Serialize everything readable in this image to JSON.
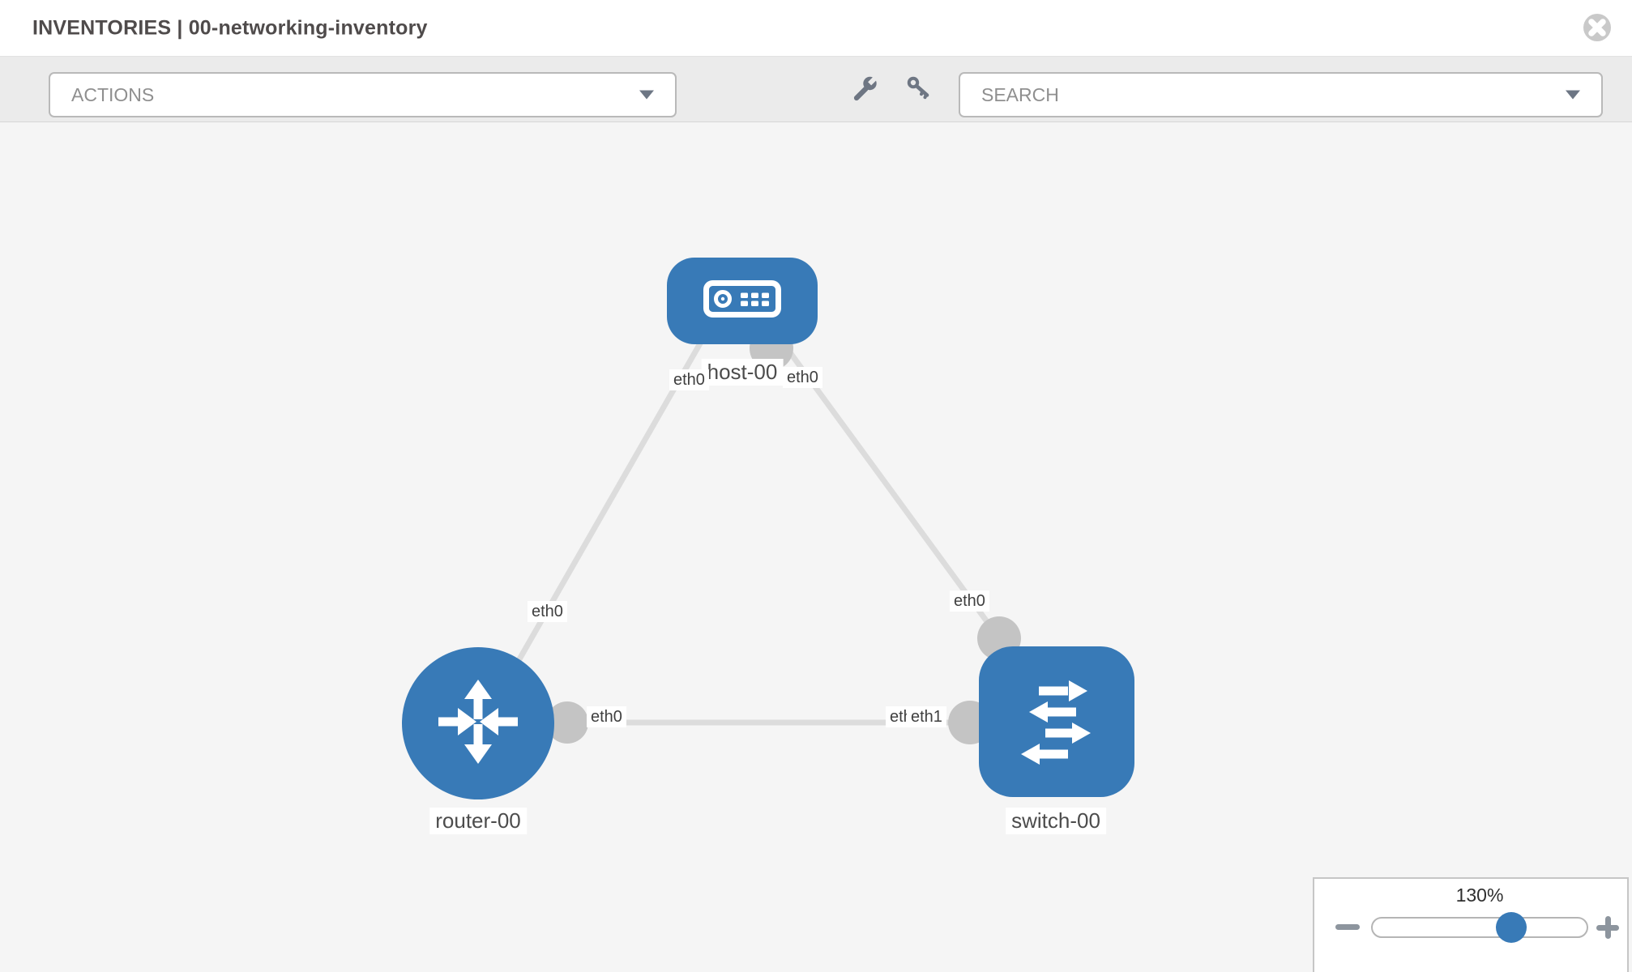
{
  "header": {
    "title": "INVENTORIES | 00-networking-inventory",
    "close_icon": "circle-x"
  },
  "toolbar": {
    "actions_label": "ACTIONS",
    "search_label": "SEARCH",
    "icons": [
      "wrench-icon",
      "key-icon"
    ]
  },
  "topology": {
    "nodes": [
      {
        "label": "host-00",
        "type": "host"
      },
      {
        "label": "router-00",
        "type": "router"
      },
      {
        "label": "switch-00",
        "type": "switch"
      }
    ],
    "links": [
      {
        "from": "host-00",
        "to": "router-00",
        "from_interface": "eth0",
        "to_interface": "eth0"
      },
      {
        "from": "host-00",
        "to": "switch-00",
        "from_interface": "eth0",
        "to_interface": "eth0"
      },
      {
        "from": "router-00",
        "to": "switch-00",
        "from_interface": "eth0",
        "to_interface": "eth1"
      }
    ],
    "interface_labels": {
      "host_end_left": "eth0",
      "host_end_right": "eth0",
      "router_end_up": "eth0",
      "switch_end_up": "eth0",
      "router_end_mid": "eth0",
      "switch_end_mid_under": "eth0",
      "switch_end_mid_over": "eth1"
    }
  },
  "zoom_control": {
    "percent": "130%",
    "minus_icon": "minus",
    "plus_icon": "plus"
  },
  "colors": {
    "node_blue": "#387ab7",
    "port_gray": "#c4c4c4",
    "link_gray": "#dcdcdc",
    "toolbar_bg": "#ebebeb",
    "canvas_bg": "#f5f5f5"
  }
}
